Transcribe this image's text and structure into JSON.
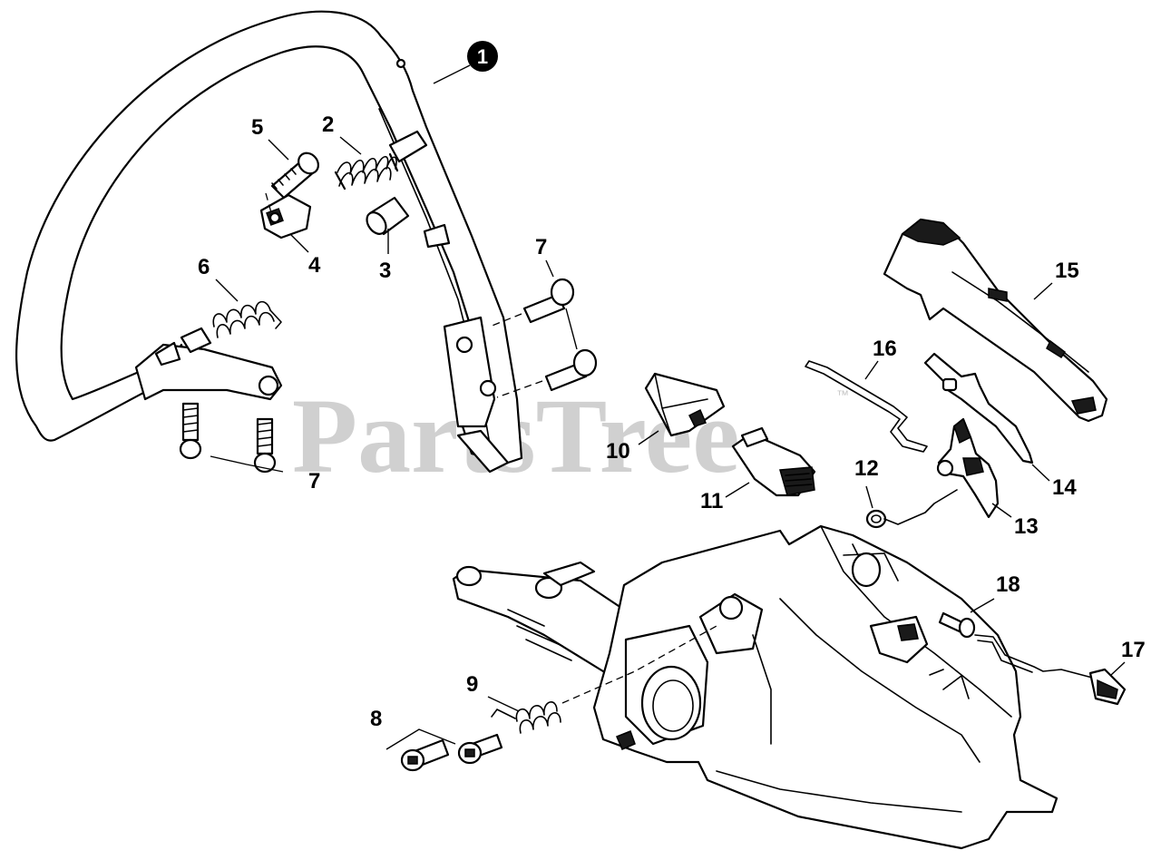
{
  "watermark": {
    "text": "PartsTree",
    "trademark": "™"
  },
  "callouts": {
    "c1": "1",
    "c2": "2",
    "c3": "3",
    "c4": "4",
    "c5": "5",
    "c6": "6",
    "c7a": "7",
    "c7b": "7",
    "c8": "8",
    "c9": "9",
    "c10": "10",
    "c11": "11",
    "c12": "12",
    "c13": "13",
    "c14": "14",
    "c15": "15",
    "c16": "16",
    "c17": "17",
    "c18": "18"
  }
}
